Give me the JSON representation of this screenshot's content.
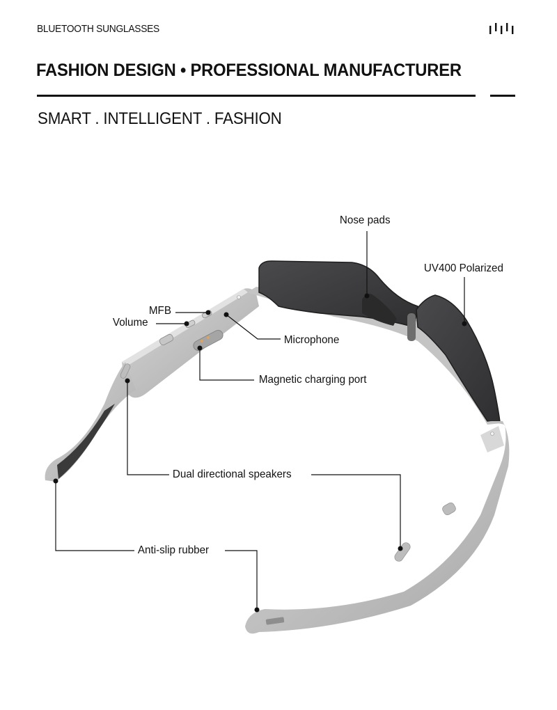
{
  "header": {
    "brand": "BLUETOOTH SUNGLASSES",
    "logo_icon": "bars-logo-icon",
    "title": "FASHION DESIGN • PROFESSIONAL MANUFACTURER",
    "subtitle": "SMART . INTELLIGENT . FASHION"
  },
  "colors": {
    "text": "#111111",
    "frame_gray": "#b8b8b8",
    "frame_light": "#d2d2d2",
    "lens_dark": "#3c3c3e",
    "background": "#ffffff"
  },
  "callouts": [
    {
      "id": "nose-pads",
      "label": "Nose pads"
    },
    {
      "id": "uv400-polarized",
      "label": "UV400 Polarized"
    },
    {
      "id": "mfb",
      "label": "MFB"
    },
    {
      "id": "volume",
      "label": "Volume"
    },
    {
      "id": "microphone",
      "label": "Microphone"
    },
    {
      "id": "magnetic-charging-port",
      "label": "Magnetic charging port"
    },
    {
      "id": "dual-directional-speakers",
      "label": "Dual directional speakers"
    },
    {
      "id": "anti-slip-rubber",
      "label": "Anti-slip rubber"
    }
  ]
}
